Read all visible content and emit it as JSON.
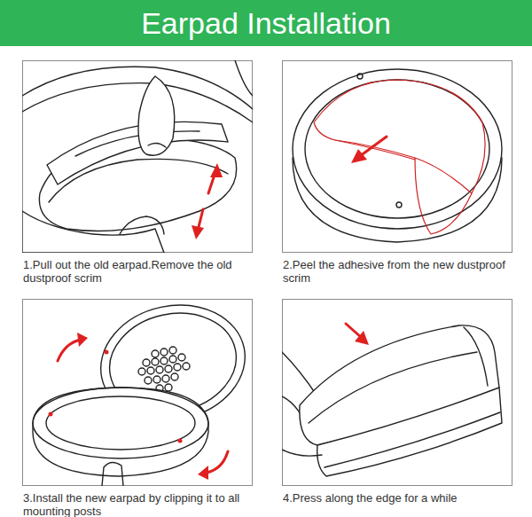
{
  "diagram": {
    "title": "Earpad Installation",
    "nodes": [
      {
        "text": [
          "1.Pull out the old earpad.Remove the old dustproof scrim"
        ]
      },
      {
        "text": [
          "2.Peel the adhesive from the new dustproof scrim"
        ]
      },
      {
        "text": [
          "3.Install the new earpad by clipping it to all mounting posts"
        ]
      },
      {
        "text": [
          "4.Press along the edge for a while"
        ]
      }
    ]
  }
}
